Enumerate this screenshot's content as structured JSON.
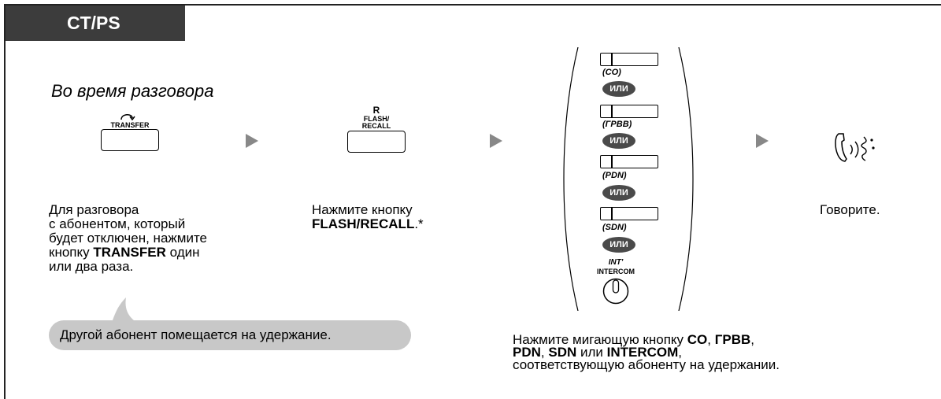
{
  "header": {
    "tag": "CT/PS"
  },
  "subtitle": "Во время разговора",
  "step1": {
    "key_label": "TRANSFER",
    "text_l1": "Для разговора",
    "text_l2": "с абонентом, который",
    "text_l3": "будет отключен, нажмите",
    "text_l4_a": "кнопку ",
    "text_l4_b": "TRANSFER",
    "text_l4_c": " один",
    "text_l5": "или два раза."
  },
  "bubble": "Другой абонент помещается на удержание.",
  "step2": {
    "key_r": "R",
    "key_l1": "FLASH/",
    "key_l2": "RECALL",
    "text_l1": "Нажмите кнопку",
    "text_l2_a": "FLASH/RECALL",
    "text_l2_b": ".*"
  },
  "step3": {
    "labels": [
      "(CO)",
      "(ГРВВ)",
      "(PDN)",
      "(SDN)"
    ],
    "or": "ИЛИ",
    "int_label": "INT'",
    "intercom_label": "INTERCOM",
    "text_l1_a": "Нажмите мигающую кнопку ",
    "text_l1_b": "CO",
    "text_l1_c": ", ",
    "text_l1_d": "ГРВВ",
    "text_l1_e": ",",
    "text_l2_a": "PDN",
    "text_l2_b": ", ",
    "text_l2_c": "SDN",
    "text_l2_d": " или ",
    "text_l2_e": "INTERCOM",
    "text_l2_f": ",",
    "text_l3": "соответствующую абоненту на удержании."
  },
  "step4": {
    "text": "Говорите."
  },
  "colors": {
    "tag_bg": "#3c3c3c",
    "arrow": "#888888",
    "bubble": "#c8c8c8",
    "or_badge": "#4a4a4a"
  }
}
